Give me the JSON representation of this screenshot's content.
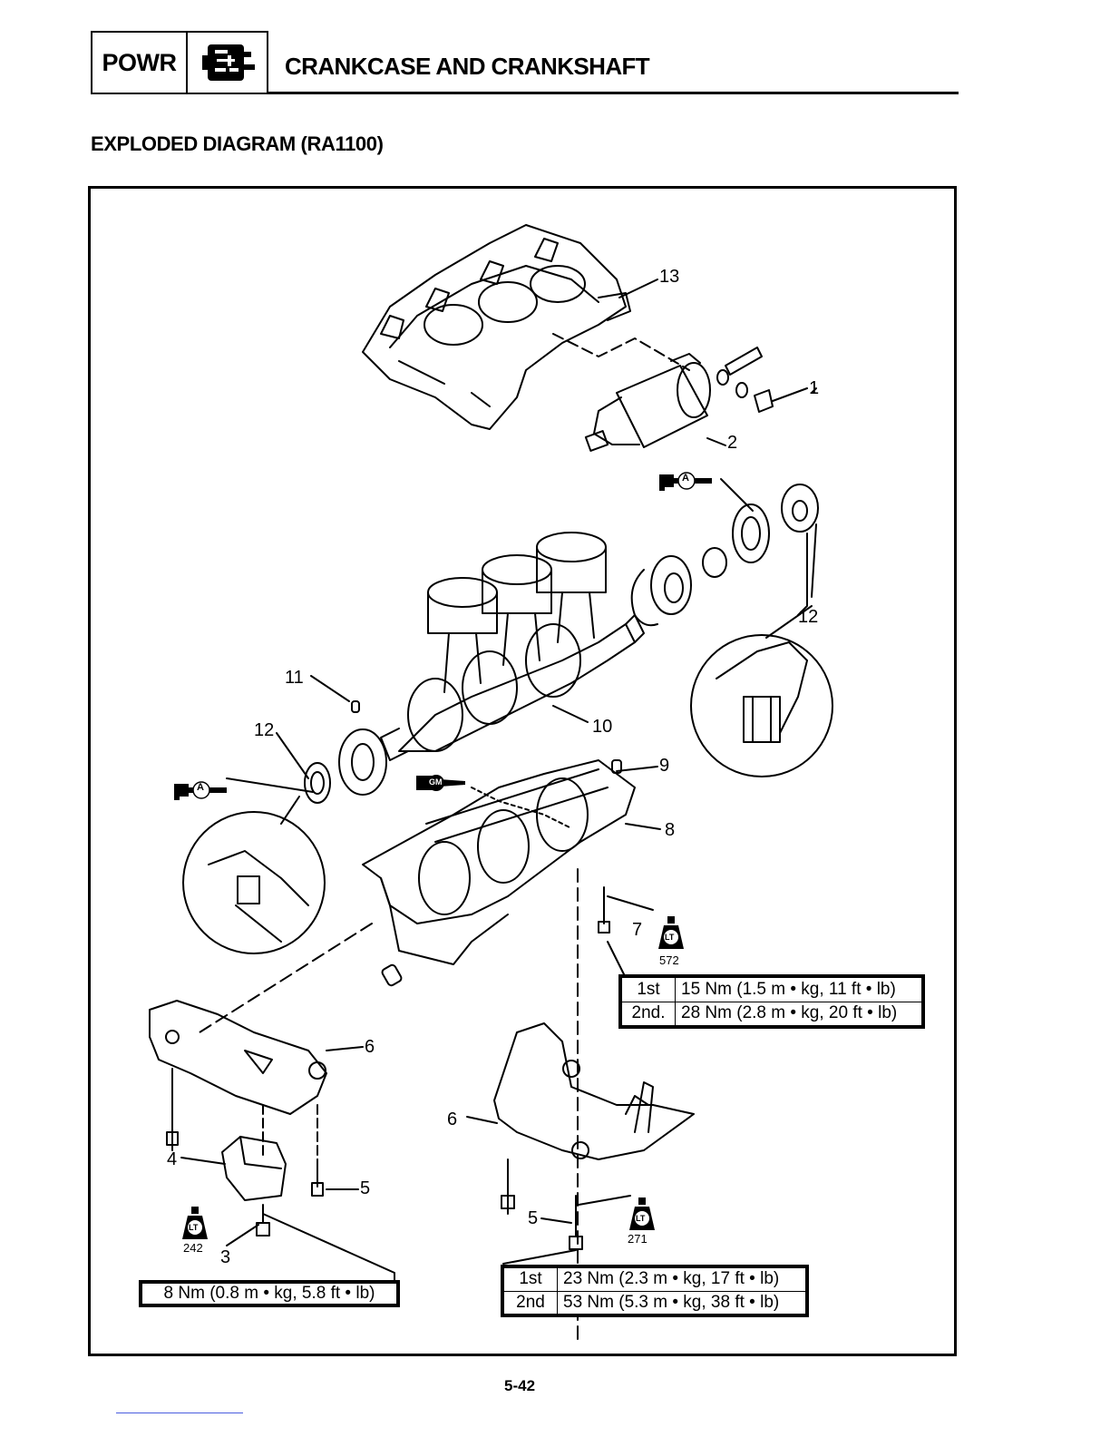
{
  "header": {
    "section_code": "POWR",
    "section_icon": "engine-block-icon",
    "title": "CRANKCASE AND CRANKSHAFT"
  },
  "section_title": "EXPLODED DIAGRAM (RA1100)",
  "callouts": {
    "c1": "1",
    "c2": "2",
    "c3": "3",
    "c4": "4",
    "c5a": "5",
    "c5b": "5",
    "c6a": "6",
    "c6b": "6",
    "c7": "7",
    "c8": "8",
    "c9": "9",
    "c10": "10",
    "c11": "11",
    "c12a": "12",
    "c12b": "12",
    "c13": "13"
  },
  "symbols": {
    "grease_a_label": "A",
    "sealant_label": "GM",
    "loctite_label": "LT",
    "loctite_572": "572",
    "loctite_242": "242",
    "loctite_271": "271"
  },
  "torque_specs": {
    "crankcase_bolt": {
      "rows": [
        {
          "step": "1st",
          "value": "15 Nm (1.5 m • kg, 11 ft • lb)"
        },
        {
          "step": "2nd.",
          "value": "28 Nm (2.8 m • kg,  20 ft • lb)"
        }
      ]
    },
    "mount_bolt_front": {
      "value": "8 Nm (0.8 m • kg, 5.8 ft • lb)"
    },
    "mount_bolt_rear": {
      "rows": [
        {
          "step": "1st",
          "value": "23 Nm (2.3 m • kg, 17 ft • lb)"
        },
        {
          "step": "2nd",
          "value": "53 Nm (5.3 m • kg,  38 ft • lb)"
        }
      ]
    }
  },
  "footer": {
    "page_number": "5-42"
  }
}
